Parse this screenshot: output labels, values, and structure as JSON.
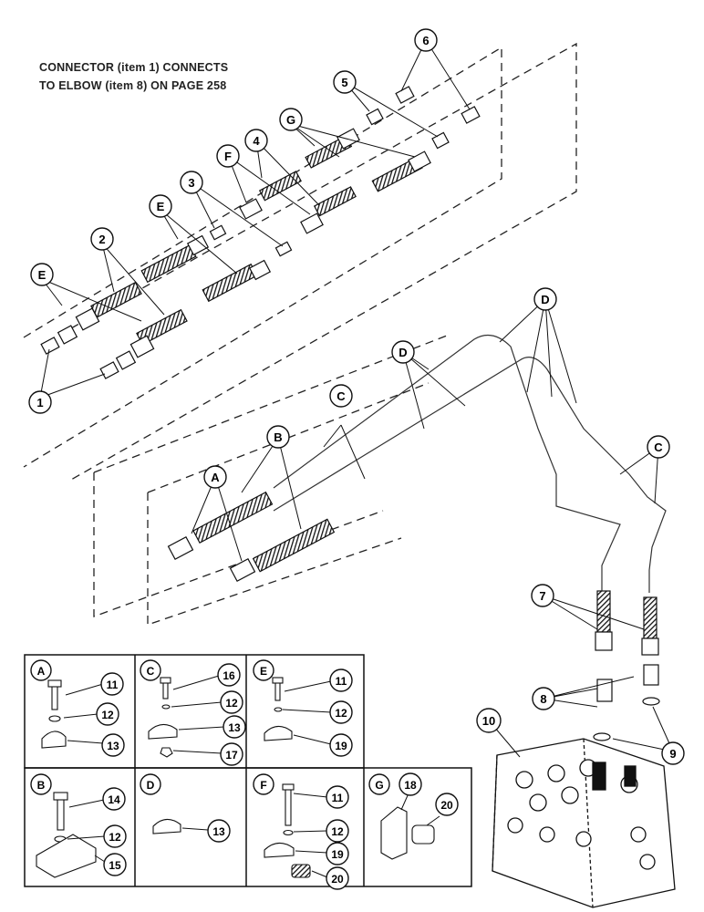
{
  "note": {
    "line1": "CONNECTOR (item 1) CONNECTS",
    "line2": "TO ELBOW (item 8) ON PAGE 258"
  },
  "callouts": {
    "c1": "1",
    "c2": "2",
    "c3": "3",
    "c4": "4",
    "c5": "5",
    "c6": "6",
    "c7": "7",
    "c8": "8",
    "c9": "9",
    "c10": "10",
    "letterE1": "E",
    "letterE2": "E",
    "letterF": "F",
    "letterG": "G",
    "letterA": "A",
    "letterB": "B",
    "letterC1": "C",
    "letterC2": "C",
    "letterD1": "D",
    "letterD2": "D"
  },
  "detail_panels": [
    {
      "letter": "A",
      "items": [
        "11",
        "12",
        "13"
      ]
    },
    {
      "letter": "C",
      "items": [
        "16",
        "12",
        "13",
        "17"
      ]
    },
    {
      "letter": "E",
      "items": [
        "11",
        "12",
        "19"
      ]
    },
    {
      "letter": "B",
      "items": [
        "14",
        "12",
        "15"
      ]
    },
    {
      "letter": "D",
      "items": [
        "13"
      ]
    },
    {
      "letter": "F",
      "items": [
        "11",
        "12",
        "19",
        "20"
      ]
    },
    {
      "letter": "G",
      "items": [
        "18",
        "20"
      ]
    }
  ]
}
